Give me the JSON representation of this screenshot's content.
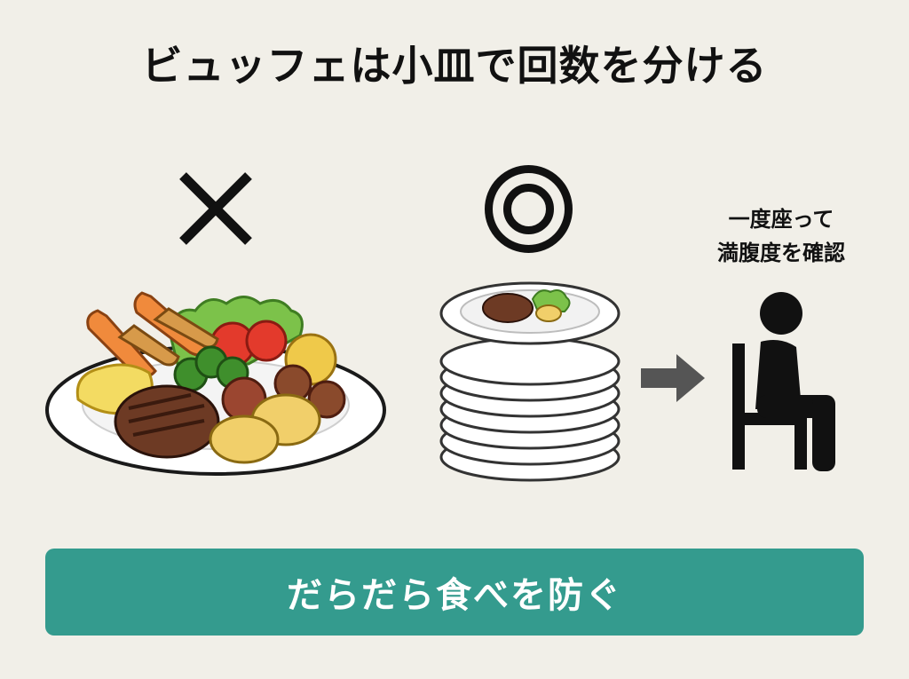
{
  "title": "ビュッフェは小皿で回数を分ける",
  "bad_mark": "×",
  "good_mark": "◎",
  "person_note": {
    "line1": "一度座って",
    "line2": "満腹度を確認"
  },
  "banner": {
    "text": "だらだら食べを防ぐ",
    "color": "#349b8e"
  },
  "icons": [
    "cross-mark-icon",
    "double-circle-icon",
    "overloaded-plate-illustration",
    "plate-stack-illustration",
    "right-arrow-icon",
    "seated-person-icon"
  ]
}
